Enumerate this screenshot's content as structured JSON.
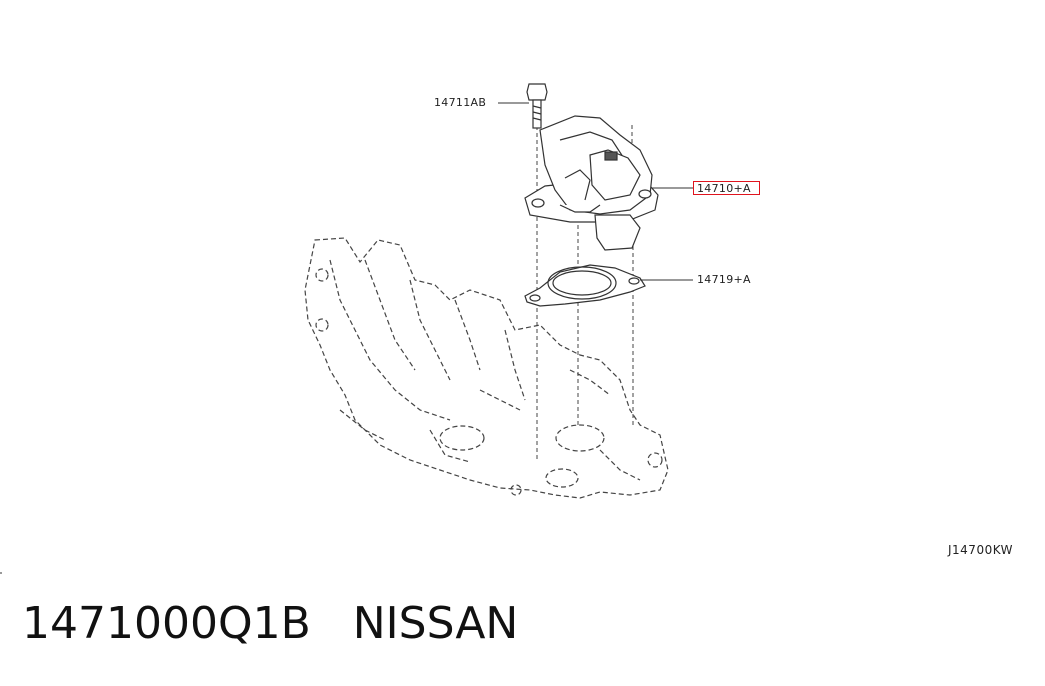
{
  "callouts": {
    "bolt": "14711AB",
    "valve": "14710+A",
    "gasket": "14719+A"
  },
  "drawing_code": "J14700KW",
  "caption": {
    "part_number": "1471000Q1B",
    "brand": "NISSAN"
  },
  "colors": {
    "line": "#333333",
    "highlight": "#e0141e",
    "background": "#ffffff"
  }
}
